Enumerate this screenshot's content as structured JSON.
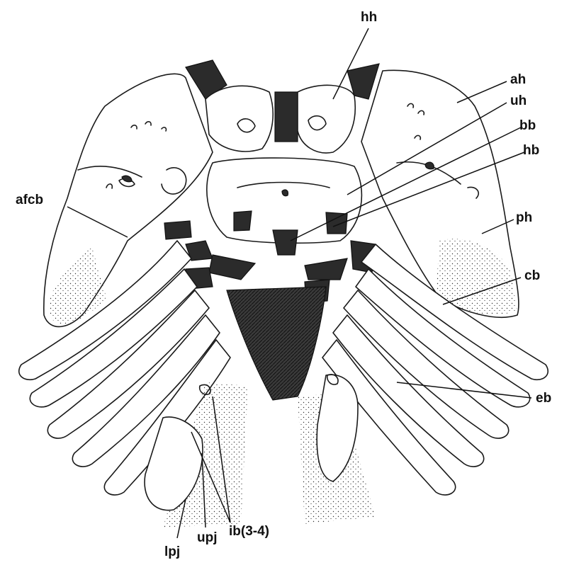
{
  "figure": {
    "labels": {
      "hh": "hh",
      "ah": "ah",
      "uh": "uh",
      "bb": "bb",
      "hb": "hb",
      "afcb": "afcb",
      "ph": "ph",
      "cb": "cb",
      "eb": "eb",
      "lpj": "lpj",
      "upj": "upj",
      "ib": "ib(3-4)"
    }
  },
  "colors": {
    "ink": "#1a1a1a",
    "cartilage": "#2b2b2b",
    "paper": "#ffffff"
  }
}
